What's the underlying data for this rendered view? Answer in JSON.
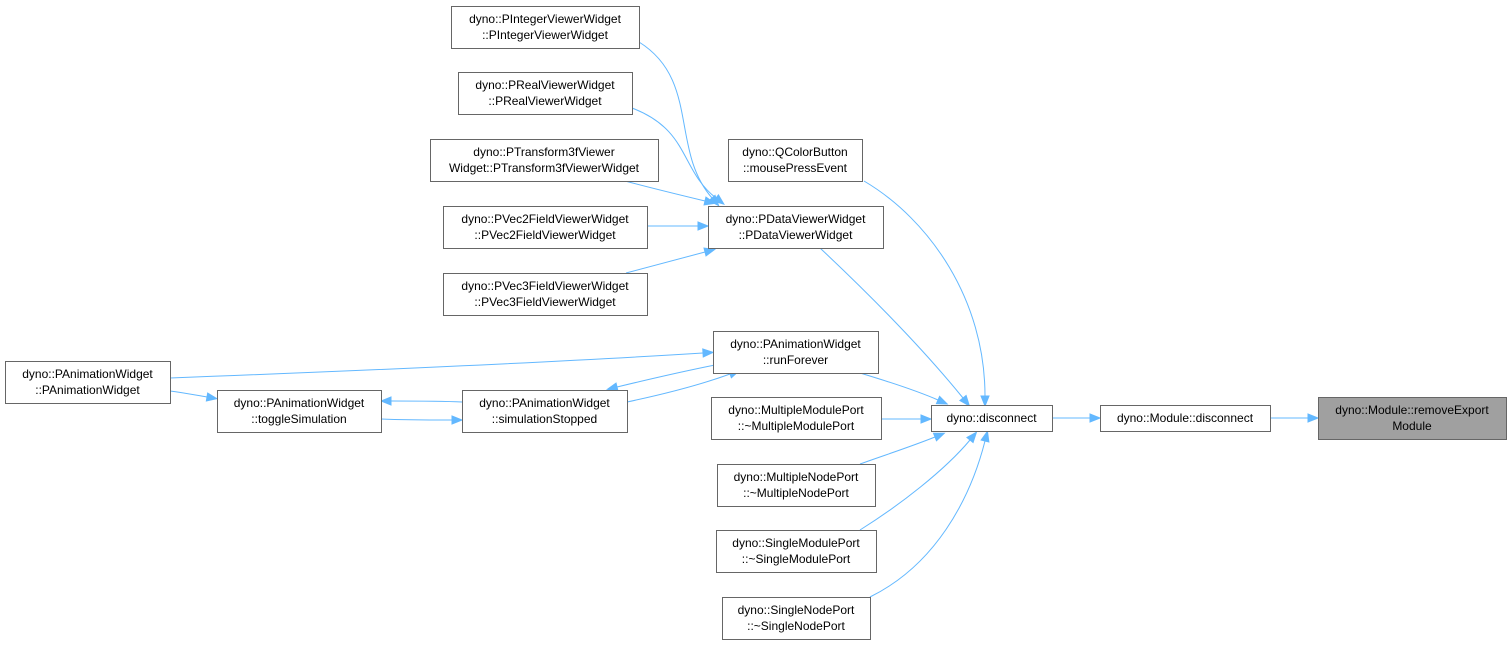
{
  "diagram": {
    "nodes": [
      {
        "id": "remove_export",
        "lines": [
          "dyno::Module::removeExport",
          "Module"
        ],
        "root": true
      },
      {
        "id": "module_disconnect",
        "lines": [
          "dyno::Module::disconnect"
        ]
      },
      {
        "id": "disconnect",
        "lines": [
          "dyno::disconnect"
        ]
      },
      {
        "id": "qcolor",
        "lines": [
          "dyno::QColorButton",
          "::mousePressEvent"
        ]
      },
      {
        "id": "pdata",
        "lines": [
          "dyno::PDataViewerWidget",
          "::PDataViewerWidget"
        ]
      },
      {
        "id": "pinteger",
        "lines": [
          "dyno::PIntegerViewerWidget",
          "::PIntegerViewerWidget"
        ]
      },
      {
        "id": "preal",
        "lines": [
          "dyno::PRealViewerWidget",
          "::PRealViewerWidget"
        ]
      },
      {
        "id": "ptransform",
        "lines": [
          "dyno::PTransform3fViewer",
          "Widget::PTransform3fViewerWidget"
        ]
      },
      {
        "id": "pvec2",
        "lines": [
          "dyno::PVec2FieldViewerWidget",
          "::PVec2FieldViewerWidget"
        ]
      },
      {
        "id": "pvec3",
        "lines": [
          "dyno::PVec3FieldViewerWidget",
          "::PVec3FieldViewerWidget"
        ]
      },
      {
        "id": "runforever",
        "lines": [
          "dyno::PAnimationWidget",
          "::runForever"
        ]
      },
      {
        "id": "simstopped",
        "lines": [
          "dyno::PAnimationWidget",
          "::simulationStopped"
        ]
      },
      {
        "id": "togglesim",
        "lines": [
          "dyno::PAnimationWidget",
          "::toggleSimulation"
        ]
      },
      {
        "id": "panimctor",
        "lines": [
          "dyno::PAnimationWidget",
          "::PAnimationWidget"
        ]
      },
      {
        "id": "multimodule",
        "lines": [
          "dyno::MultipleModulePort",
          "::~MultipleModulePort"
        ]
      },
      {
        "id": "multinode",
        "lines": [
          "dyno::MultipleNodePort",
          "::~MultipleNodePort"
        ]
      },
      {
        "id": "singlemodule",
        "lines": [
          "dyno::SingleModulePort",
          "::~SingleModulePort"
        ]
      },
      {
        "id": "singlenode",
        "lines": [
          "dyno::SingleNodePort",
          "::~SingleNodePort"
        ]
      }
    ],
    "edges": [
      {
        "from": "module_disconnect",
        "to": "remove_export"
      },
      {
        "from": "disconnect",
        "to": "module_disconnect"
      },
      {
        "from": "qcolor",
        "to": "disconnect"
      },
      {
        "from": "pdata",
        "to": "disconnect"
      },
      {
        "from": "runforever",
        "to": "disconnect"
      },
      {
        "from": "multimodule",
        "to": "disconnect"
      },
      {
        "from": "multinode",
        "to": "disconnect"
      },
      {
        "from": "singlemodule",
        "to": "disconnect"
      },
      {
        "from": "singlenode",
        "to": "disconnect"
      },
      {
        "from": "pinteger",
        "to": "pdata"
      },
      {
        "from": "preal",
        "to": "pdata"
      },
      {
        "from": "ptransform",
        "to": "pdata"
      },
      {
        "from": "pvec2",
        "to": "pdata"
      },
      {
        "from": "pvec3",
        "to": "pdata"
      },
      {
        "from": "simstopped",
        "to": "runforever"
      },
      {
        "from": "panimctor",
        "to": "runforever"
      },
      {
        "from": "runforever",
        "to": "simstopped"
      },
      {
        "from": "togglesim",
        "to": "simstopped"
      },
      {
        "from": "simstopped",
        "to": "togglesim"
      },
      {
        "from": "panimctor",
        "to": "togglesim"
      }
    ]
  }
}
